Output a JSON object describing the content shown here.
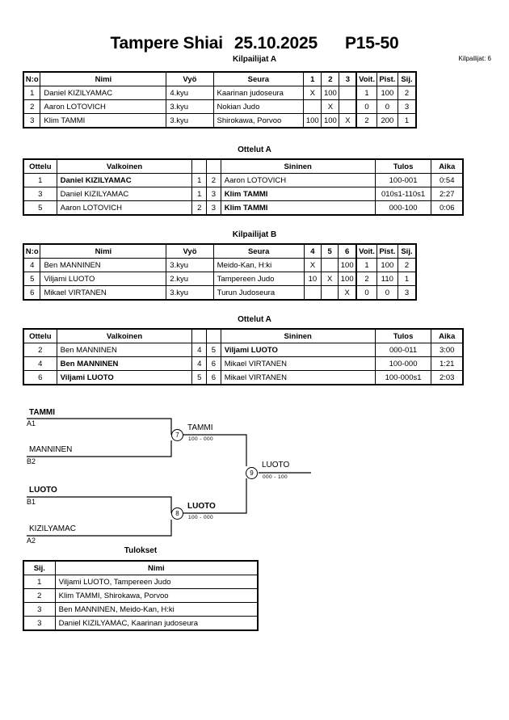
{
  "header": {
    "event": "Tampere Shiai",
    "date": "25.10.2025",
    "category": "P15-50",
    "competitors_label": "Kilpailijat: 6"
  },
  "pool_a": {
    "heading": "Kilpailijat A",
    "columns": [
      "N:o",
      "Nimi",
      "Vyö",
      "Seura",
      "1",
      "2",
      "3",
      "Voit.",
      "Pist.",
      "Sij."
    ],
    "rows": [
      {
        "no": "1",
        "nimi": "Daniel KIZILYAMAC",
        "vyo": "4.kyu",
        "seura": "Kaarinan judoseura",
        "m1": "X",
        "m2": "100",
        "m3": "",
        "voit": "1",
        "pist": "100",
        "sij": "2"
      },
      {
        "no": "2",
        "nimi": "Aaron LOTOVICH",
        "vyo": "3.kyu",
        "seura": "Nokian Judo",
        "m1": "",
        "m2": "X",
        "m3": "",
        "voit": "0",
        "pist": "0",
        "sij": "3"
      },
      {
        "no": "3",
        "nimi": "Klim TAMMI",
        "vyo": "3.kyu",
        "seura": "Shirokawa, Porvoo",
        "m1": "100",
        "m2": "100",
        "m3": "X",
        "voit": "2",
        "pist": "200",
        "sij": "1"
      }
    ]
  },
  "matches_a": {
    "heading": "Ottelut A",
    "columns": [
      "Ottelu",
      "Valkoinen",
      "",
      "",
      "Sininen",
      "Tulos",
      "Aika"
    ],
    "rows": [
      {
        "ottelu": "1",
        "valkoinen": "Daniel KIZILYAMAC",
        "valkoinen_bold": true,
        "n1": "1",
        "n2": "2",
        "sininen": "Aaron LOTOVICH",
        "sininen_bold": false,
        "tulos": "100-001",
        "aika": "0:54"
      },
      {
        "ottelu": "3",
        "valkoinen": "Daniel KIZILYAMAC",
        "valkoinen_bold": false,
        "n1": "1",
        "n2": "3",
        "sininen": "Klim TAMMI",
        "sininen_bold": true,
        "tulos": "010s1-110s1",
        "aika": "2:27"
      },
      {
        "ottelu": "5",
        "valkoinen": "Aaron LOTOVICH",
        "valkoinen_bold": false,
        "n1": "2",
        "n2": "3",
        "sininen": "Klim TAMMI",
        "sininen_bold": true,
        "tulos": "000-100",
        "aika": "0:06"
      }
    ]
  },
  "pool_b": {
    "heading": "Kilpailijat B",
    "columns": [
      "N:o",
      "Nimi",
      "Vyö",
      "Seura",
      "4",
      "5",
      "6",
      "Voit.",
      "Pist.",
      "Sij."
    ],
    "rows": [
      {
        "no": "4",
        "nimi": "Ben MANNINEN",
        "vyo": "3.kyu",
        "seura": "Meido-Kan, H:ki",
        "m1": "X",
        "m2": "",
        "m3": "100",
        "voit": "1",
        "pist": "100",
        "sij": "2"
      },
      {
        "no": "5",
        "nimi": "Viljami LUOTO",
        "vyo": "2.kyu",
        "seura": "Tampereen Judo",
        "m1": "10",
        "m2": "X",
        "m3": "100",
        "voit": "2",
        "pist": "110",
        "sij": "1"
      },
      {
        "no": "6",
        "nimi": "Mikael VIRTANEN",
        "vyo": "3.kyu",
        "seura": "Turun Judoseura",
        "m1": "",
        "m2": "",
        "m3": "X",
        "voit": "0",
        "pist": "0",
        "sij": "3"
      }
    ]
  },
  "matches_b": {
    "heading": "Ottelut A",
    "columns": [
      "Ottelu",
      "Valkoinen",
      "",
      "",
      "Sininen",
      "Tulos",
      "Aika"
    ],
    "rows": [
      {
        "ottelu": "2",
        "valkoinen": "Ben MANNINEN",
        "valkoinen_bold": false,
        "n1": "4",
        "n2": "5",
        "sininen": "Viljami LUOTO",
        "sininen_bold": true,
        "tulos": "000-011",
        "aika": "3:00"
      },
      {
        "ottelu": "4",
        "valkoinen": "Ben MANNINEN",
        "valkoinen_bold": true,
        "n1": "4",
        "n2": "6",
        "sininen": "Mikael VIRTANEN",
        "sininen_bold": false,
        "tulos": "100-000",
        "aika": "1:21"
      },
      {
        "ottelu": "6",
        "valkoinen": "Viljami LUOTO",
        "valkoinen_bold": true,
        "n1": "5",
        "n2": "6",
        "sininen": "Mikael VIRTANEN",
        "sininen_bold": false,
        "tulos": "100-000s1",
        "aika": "2:03"
      }
    ]
  },
  "bracket": {
    "entries": [
      {
        "name": "TAMMI",
        "seed": "A1",
        "bold": true
      },
      {
        "name": "MANNINEN",
        "seed": "B2",
        "bold": false
      },
      {
        "name": "LUOTO",
        "seed": "B1",
        "bold": true
      },
      {
        "name": "KIZILYAMAC",
        "seed": "A2",
        "bold": false
      }
    ],
    "semifinal_1": {
      "number": "7",
      "winner": "TAMMI",
      "score": "100 - 000",
      "bold": false
    },
    "semifinal_2": {
      "number": "8",
      "winner": "LUOTO",
      "score": "100 - 000",
      "bold": true
    },
    "final": {
      "number": "9",
      "winner": "LUOTO",
      "score": "000 - 100",
      "bold": false
    }
  },
  "results": {
    "heading": "Tulokset",
    "columns": [
      "Sij.",
      "Nimi"
    ],
    "rows": [
      {
        "sij": "1",
        "nimi": "Viljami LUOTO, Tampereen Judo"
      },
      {
        "sij": "2",
        "nimi": "Klim TAMMI, Shirokawa, Porvoo"
      },
      {
        "sij": "3",
        "nimi": "Ben MANNINEN, Meido-Kan, H:ki"
      },
      {
        "sij": "3",
        "nimi": "Daniel KIZILYAMAC, Kaarinan judoseura"
      }
    ]
  }
}
